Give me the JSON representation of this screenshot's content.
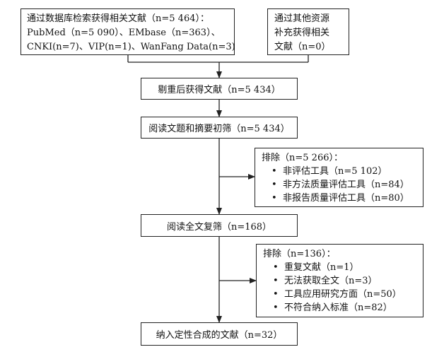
{
  "flowchart": {
    "source_db": {
      "lines": [
        "通过数据库检索获得相关文献（n=5 464）：",
        "PubMed（n=5 090）、EMbase（n=363）、",
        "CNKI(n=7)、VIP(n=1)、WanFang Data(n=3)"
      ]
    },
    "source_other": {
      "lines": [
        "通过其他资源",
        "补充获得相关",
        "文献（n=0）"
      ]
    },
    "dedup": {
      "label": "剔重后获得文献（n=5 434）"
    },
    "screen_title_abstract": {
      "label": "阅读文题和摘要初筛（n=5 434）"
    },
    "exclude_1": {
      "title": "排除（n=5 266）：",
      "items": [
        "非评估工具（n=5 102）",
        "非方法质量评估工具（n=84）",
        "非报告质量评估工具（n=80）"
      ]
    },
    "fulltext_review": {
      "label": "阅读全文复筛（n=168）"
    },
    "exclude_2": {
      "title": "排除（n=136）：",
      "items": [
        "重复文献（n=1）",
        "无法获取全文（n=3）",
        "工具应用研究方面（n=50）",
        "不符合纳入标准（n=82）"
      ]
    },
    "included": {
      "label": "纳入定性合成的文献（n=32）"
    },
    "bullet": "•",
    "line_color": "#222222"
  }
}
